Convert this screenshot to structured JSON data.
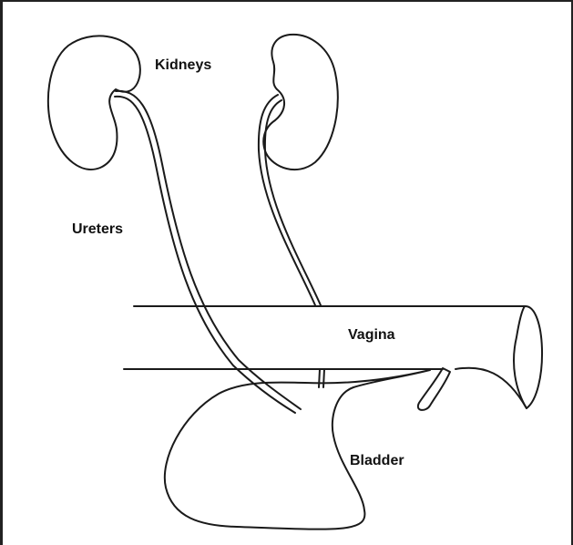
{
  "labels": {
    "kidneys": "Kidneys",
    "ureters": "Ureters",
    "vagina": "Vagina",
    "bladder": "Bladder"
  },
  "colors": {
    "stroke": "#1a1a1a",
    "background": "#ffffff"
  }
}
